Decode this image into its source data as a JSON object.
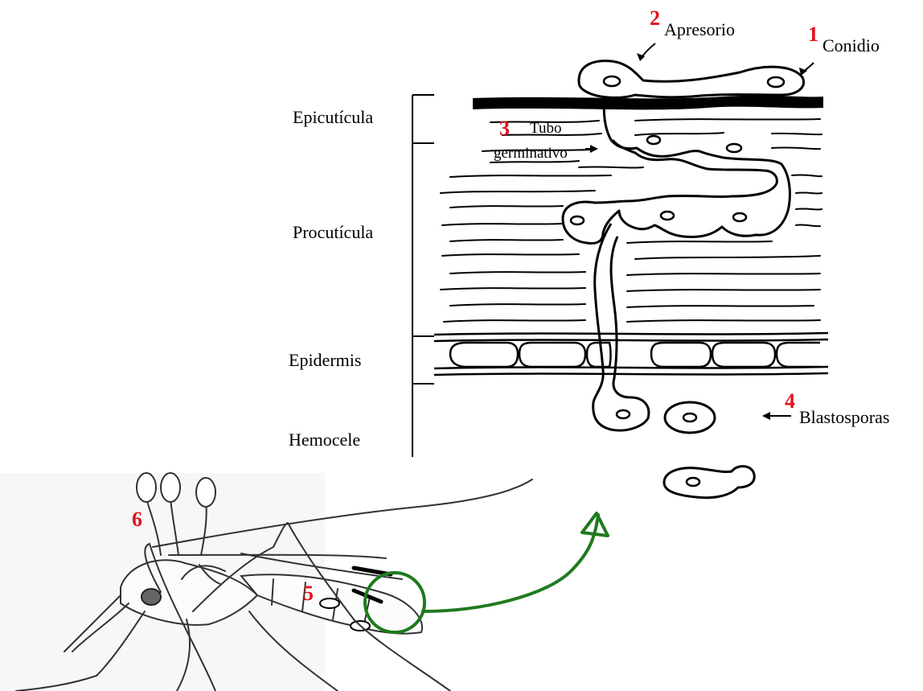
{
  "layers": {
    "epicuticle": "Epicutícula",
    "procuticle": "Procutícula",
    "epidermis": "Epidermis",
    "hemocoel": "Hemocele"
  },
  "structures": {
    "conidium": {
      "number": "1",
      "label": "Conidio"
    },
    "appressorium": {
      "number": "2",
      "label": "Apresorio"
    },
    "germ_tube": {
      "number": "3",
      "label_line1": "Tubo",
      "label_line2": "germinativo"
    },
    "blastospores": {
      "number": "4",
      "label": "Blastosporas"
    }
  },
  "mosquito_markers": {
    "infection_site": "5",
    "sporulation": "6"
  },
  "colors": {
    "stage_numbers": "#e0141e",
    "zoom_arrow": "#1f7a1f",
    "line_art": "#000000"
  }
}
